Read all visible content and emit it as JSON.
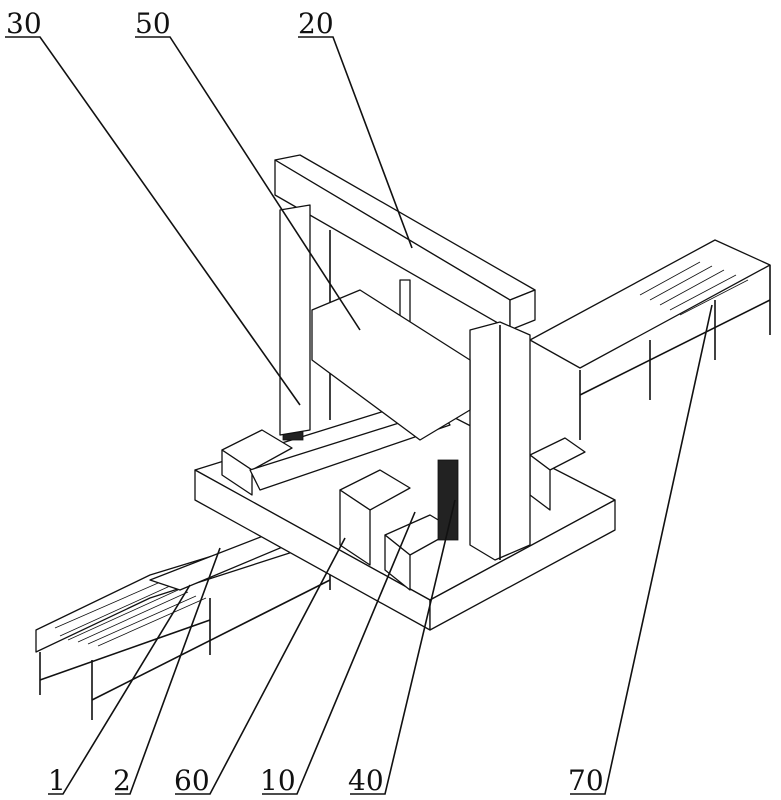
{
  "figure": {
    "labels": {
      "l30": "30",
      "l50": "50",
      "l20": "20",
      "l1": "1",
      "l2": "2",
      "l60": "60",
      "l10": "10",
      "l40": "40",
      "l70": "70"
    },
    "colors": {
      "line": "#111111",
      "background": "#ffffff"
    }
  }
}
